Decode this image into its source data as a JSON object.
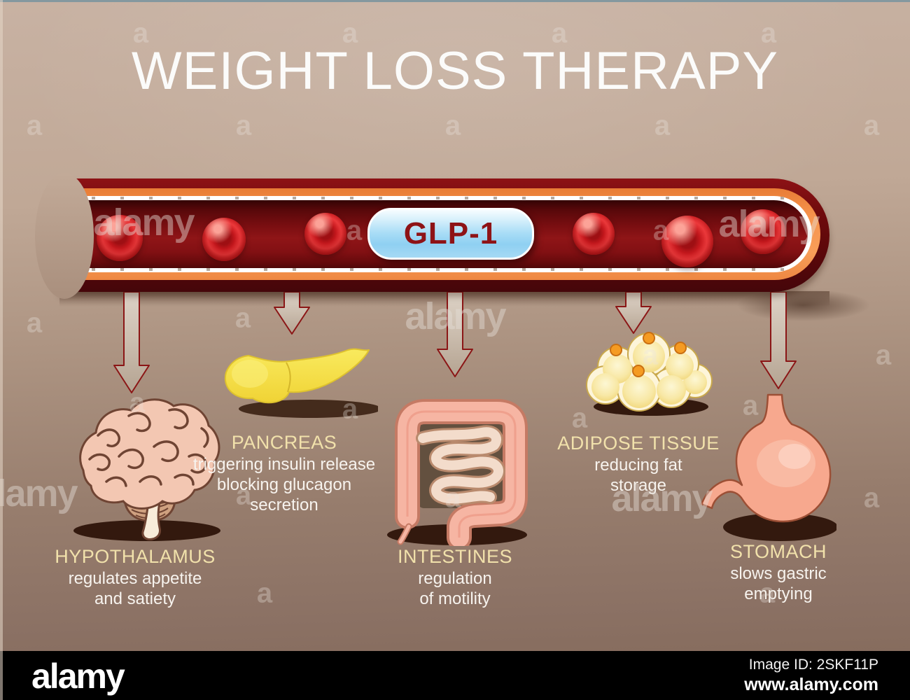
{
  "title": "WEIGHT LOSS THERAPY",
  "vessel": {
    "drug_label": "GLP-1"
  },
  "organs": [
    {
      "id": "hypothalamus",
      "name": "HYPOTHALAMUS",
      "lines": [
        "regulates appetite",
        "and satiety"
      ]
    },
    {
      "id": "pancreas",
      "name": "PANCREAS",
      "lines": [
        "triggering insulin release",
        "blocking glucagon",
        "secretion"
      ]
    },
    {
      "id": "intestines",
      "name": "INTESTINES",
      "lines": [
        "regulation",
        "of motility"
      ]
    },
    {
      "id": "adipose-tissue",
      "name": "ADIPOSE TISSUE",
      "lines": [
        "reducing fat",
        "storage"
      ]
    },
    {
      "id": "stomach",
      "name": "STOMACH",
      "lines": [
        "slows gastric",
        "emptying"
      ]
    }
  ],
  "icons": {
    "down_arrow": "svg-tapered-arrow",
    "red_blood_cell": "css-radial-torus",
    "glp1_capsule": "css-pill-shape",
    "brain": "svg-illustration",
    "pancreas": "svg-illustration",
    "intestines": "svg-illustration",
    "adipose_cells": "svg-illustration",
    "stomach": "svg-illustration"
  },
  "watermark": {
    "tile": "a",
    "brand": "alamy"
  },
  "footer": {
    "brand": "alamy",
    "image_id": "Image ID: 2SKF11P",
    "website": "www.alamy.com"
  },
  "colors": {
    "background_top": "#c8b2a3",
    "background_bottom": "#826858",
    "vessel_wall": "#6f0b0d",
    "vessel_lining_orange": "#f6934d",
    "lumen_dark_red": "#7a0e11",
    "drug_pill_blue": "#a9ddf6",
    "drug_text_red": "#8e1316",
    "organ_label_yellow": "#f1e1ab",
    "description_white": "#f7f3ee",
    "title_white": "#fbfbfa",
    "arrow_fill": "#cbbdae",
    "arrow_outline": "#8b1616",
    "shadow_brown": "#33190e"
  }
}
